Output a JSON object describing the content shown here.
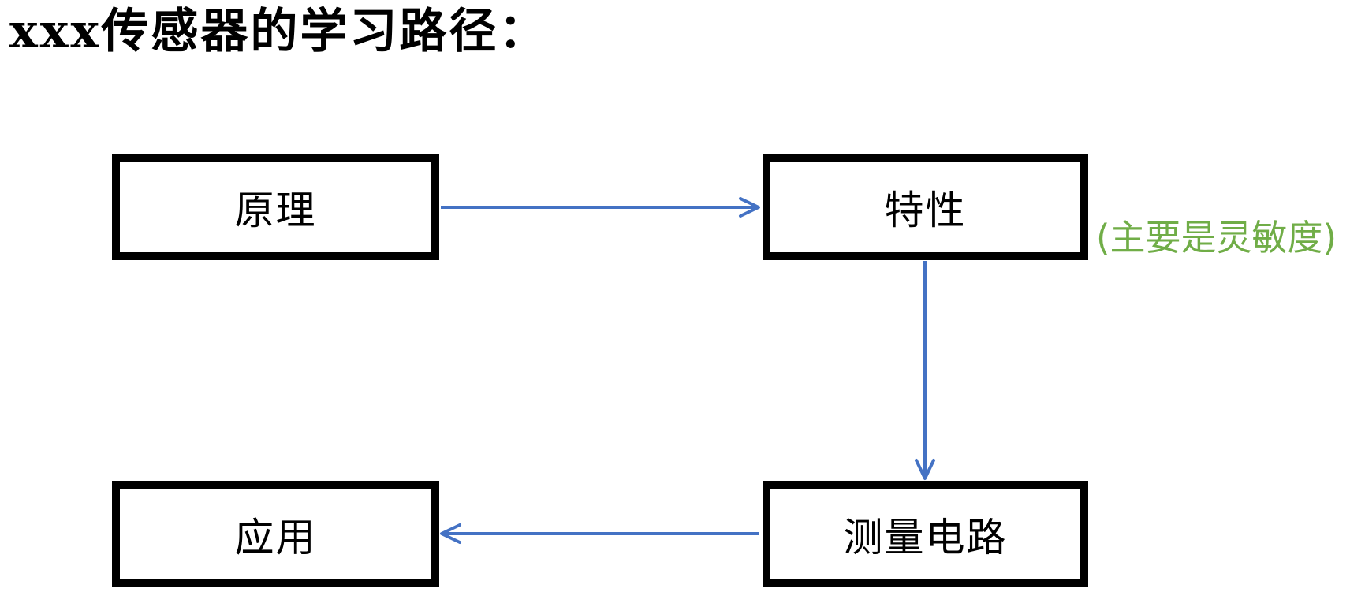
{
  "title": "xxx传感器的学习路径：",
  "colors": {
    "arrow": "#4472C4",
    "box_border": "#000000",
    "box_text": "#000000",
    "annotation": "#70AD47",
    "background": "#FFFFFF"
  },
  "diagram": {
    "type": "flowchart",
    "nodes": [
      {
        "id": "principle",
        "label": "原理"
      },
      {
        "id": "characteristics",
        "label": "特性"
      },
      {
        "id": "measurement-circuit",
        "label": "测量电路"
      },
      {
        "id": "application",
        "label": "应用"
      }
    ],
    "edges": [
      {
        "from": "principle",
        "to": "characteristics",
        "direction": "right"
      },
      {
        "from": "characteristics",
        "to": "measurement-circuit",
        "direction": "down"
      },
      {
        "from": "measurement-circuit",
        "to": "application",
        "direction": "left"
      }
    ],
    "annotation": "(主要是灵敏度)"
  }
}
